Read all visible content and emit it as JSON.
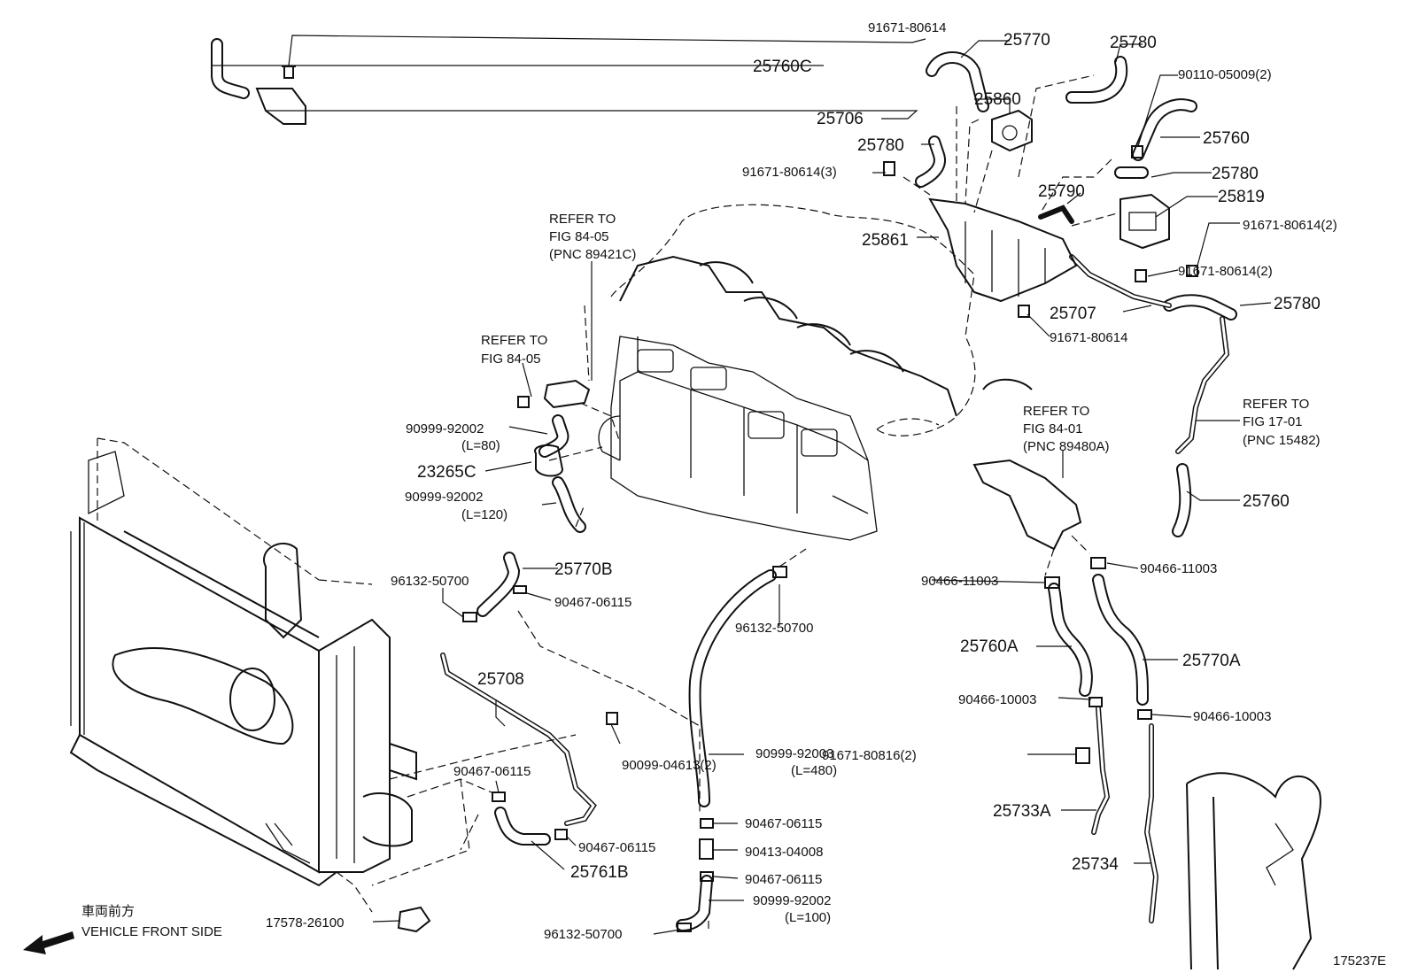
{
  "callouts": {
    "p25760C": "25760C",
    "p91671_80614_top": "91671-80614",
    "p25770": "25770",
    "p25780_top": "25780",
    "p90110": "90110-05009(2)",
    "p25706": "25706",
    "p25860": "25860",
    "p25760_r1": "25760",
    "p25780_mid": "25780",
    "p91671_80614_3": "91671-80614(3)",
    "p25780_r2": "25780",
    "p25790": "25790",
    "p25819": "25819",
    "p25861": "25861",
    "p91671_80614_2a": "91671-80614(2)",
    "p91671_80614_2b": "91671-80614(2)",
    "p25707": "25707",
    "p25780_r3": "25780",
    "p91671_80614_bot": "91671-80614",
    "p90999_92002_l80": "90999-92002",
    "p90999_92002_l80_len": "(L=80)",
    "p23265C": "23265C",
    "p90999_92002_l120": "90999-92002",
    "p90999_92002_l120_len": "(L=120)",
    "p25760_r4": "25760",
    "p25770B": "25770B",
    "p96132_50700_a": "96132-50700",
    "p90467_06115_a": "90467-06115",
    "p96132_50700_b": "96132-50700",
    "p90466_11003_l": "90466-11003",
    "p90466_11003_r": "90466-11003",
    "p25760A": "25760A",
    "p25770A": "25770A",
    "p25708": "25708",
    "p90466_10003_l": "90466-10003",
    "p90466_10003_r": "90466-10003",
    "p90099_04613": "90099-04613(2)",
    "p90999_92003": "90999-92003",
    "p90999_92003_len": "(L=480)",
    "p90467_06115_b": "90467-06115",
    "p91671_80816": "91671-80816(2)",
    "p25733A": "25733A",
    "p90467_06115_c": "90467-06115",
    "p90467_06115_d": "90467-06115",
    "p90413_04008": "90413-04008",
    "p25761B": "25761B",
    "p90467_06115_e": "90467-06115",
    "p25734": "25734",
    "p90999_92002_l100": "90999-92002",
    "p90999_92002_l100_len": "(L=100)",
    "p17578_26100": "17578-26100",
    "p96132_50700_c": "96132-50700"
  },
  "references": {
    "ref1": [
      "REFER TO",
      "FIG 84-05",
      "(PNC 89421C)"
    ],
    "ref2": [
      "REFER TO",
      "FIG 84-05"
    ],
    "ref3": [
      "REFER TO",
      "FIG 84-01",
      "(PNC 89480A)"
    ],
    "ref4": [
      "REFER TO",
      "FIG 17-01",
      "(PNC 15482)"
    ]
  },
  "direction": {
    "jp": "車両前方",
    "en": "VEHICLE FRONT SIDE"
  },
  "figure_id": "175237E"
}
